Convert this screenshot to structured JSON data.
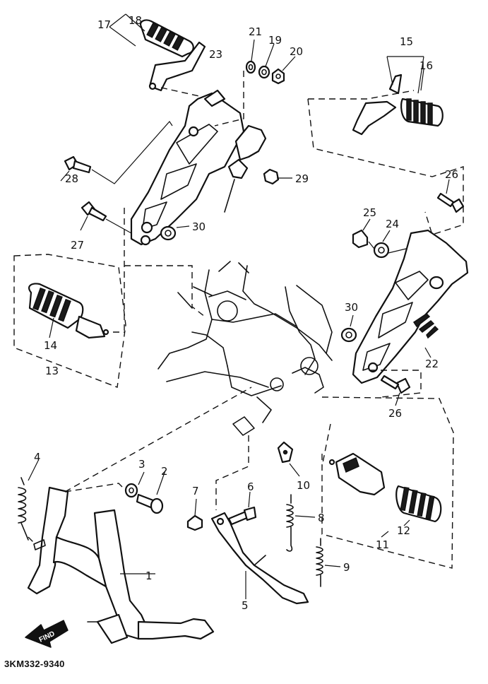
{
  "diagram_code": "3KM332-9340",
  "find_label": "FIND",
  "callouts": {
    "p1": "1",
    "p2": "2",
    "p3": "3",
    "p4": "4",
    "p5": "5",
    "p6": "6",
    "p7": "7",
    "p8": "8",
    "p9": "9",
    "p10": "10",
    "p11": "11",
    "p12": "12",
    "p13": "13",
    "p14": "14",
    "p15": "15",
    "p16": "16",
    "p17": "17",
    "p18": "18",
    "p19": "19",
    "p20": "20",
    "p21": "21",
    "p22": "22",
    "p23": "23",
    "p24": "24",
    "p25": "25",
    "p26a": "26",
    "p26b": "26",
    "p27": "27",
    "p28": "28",
    "p29": "29",
    "p30a": "30",
    "p30b": "30"
  }
}
